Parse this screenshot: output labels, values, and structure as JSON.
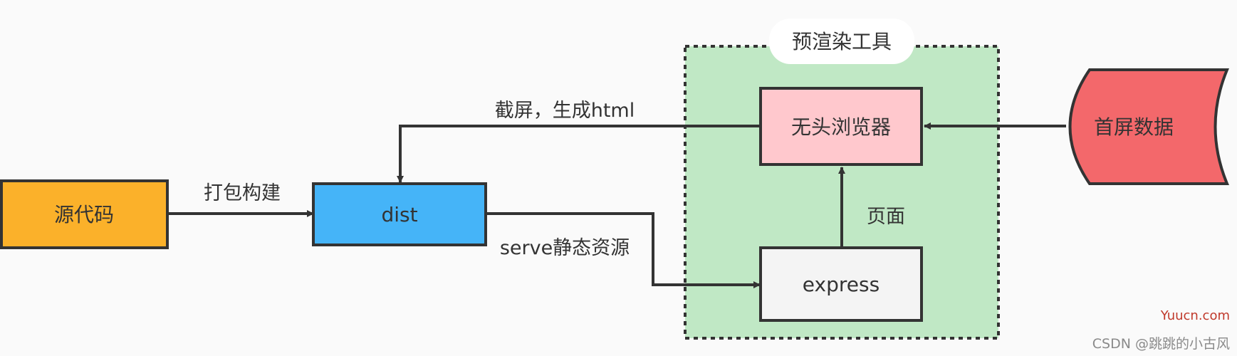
{
  "nodes": {
    "source": {
      "label": "源代码",
      "fill": "#fbb12a"
    },
    "dist": {
      "label": "dist",
      "fill": "#45b4f8"
    },
    "headless": {
      "label": "无头浏览器",
      "fill": "#ffc8cd"
    },
    "express": {
      "label": "express",
      "fill": "#f4f4f4"
    },
    "firstscreen": {
      "label": "首屏数据",
      "fill": "#f3686b"
    }
  },
  "container": {
    "label": "预渲染工具",
    "fill": "#c0e8c5"
  },
  "edges": {
    "build": "打包构建",
    "serve": "serve静态资源",
    "page": "页面",
    "screenshot": "截屏，生成html"
  },
  "colors": {
    "stroke": "#333333",
    "background": "#fafafa"
  },
  "watermark": {
    "site": "Yuucn.com",
    "author": "CSDN @跳跳的小古风"
  }
}
